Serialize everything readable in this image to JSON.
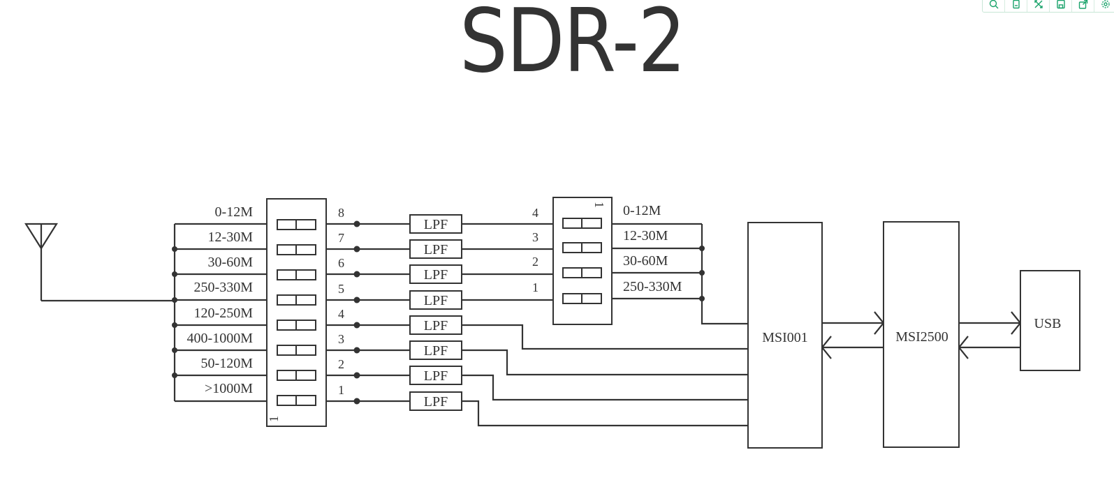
{
  "title": "SDR-2",
  "colors": {
    "line": "#333333",
    "background": "#ffffff",
    "toolbar_accent": "#1aa36b"
  },
  "toolbar": {
    "icons": [
      "zoom-icon",
      "copy-icon",
      "fullscreen-icon",
      "save-icon",
      "share-icon",
      "settings-icon"
    ]
  },
  "diagram": {
    "input_bands": [
      "0-12M",
      "12-30M",
      "30-60M",
      "250-330M",
      "120-250M",
      "400-1000M",
      "50-120M",
      ">1000M"
    ],
    "switch1": {
      "pins": [
        "8",
        "7",
        "6",
        "5",
        "4",
        "3",
        "2",
        "1"
      ],
      "pin1_label": "1"
    },
    "filters": [
      "LPF",
      "LPF",
      "LPF",
      "LPF",
      "LPF",
      "LPF",
      "LPF",
      "LPF"
    ],
    "switch2": {
      "pins": [
        "4",
        "3",
        "2",
        "1"
      ],
      "pin1_label": "1"
    },
    "output_bands": [
      "0-12M",
      "12-30M",
      "30-60M",
      "250-330M"
    ],
    "blocks": {
      "tuner": "MSI001",
      "bridge": "MSI2500",
      "usb": "USB"
    }
  }
}
